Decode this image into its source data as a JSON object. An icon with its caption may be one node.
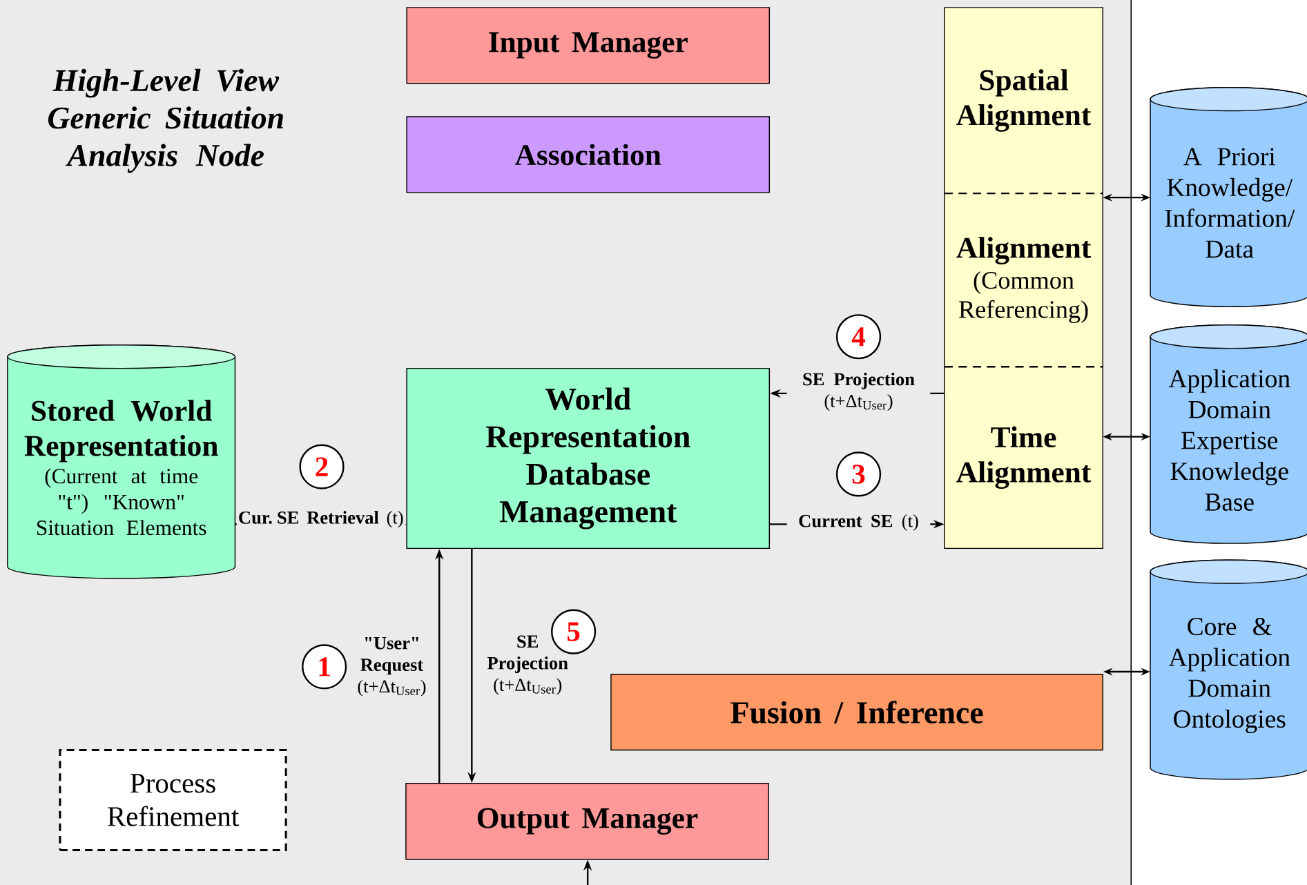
{
  "diagram": {
    "title": "High-Level View Generic Situation Analysis Node",
    "nodes": [
      {
        "text": [
          "Input Manager"
        ]
      },
      {
        "text": [
          "Association"
        ]
      },
      {
        "text": [
          "Spatial Alignment"
        ]
      },
      {
        "text": [
          "Alignment",
          "(Common Referencing)"
        ]
      },
      {
        "text": [
          "A Priori Knowledge/ Information/ Data"
        ]
      },
      {
        "text": [
          "4"
        ]
      },
      {
        "text": [
          "Stored World Representation",
          "(Current at time \"t\") \"Known\" Situation Elements"
        ]
      },
      {
        "text": [
          "2"
        ]
      },
      {
        "text": [
          "World Representation Database Management"
        ]
      },
      {
        "text": [
          "Time Alignment"
        ]
      },
      {
        "text": [
          "3"
        ]
      },
      {
        "text": [
          "Application Domain Expertise Knowledge Base"
        ]
      },
      {
        "text": [
          "5"
        ]
      },
      {
        "text": [
          "1"
        ]
      },
      {
        "text": [
          "Fusion / Inference"
        ]
      },
      {
        "text": [
          "Core & Application Domain Ontologies"
        ]
      },
      {
        "text": [
          "Process Refinement"
        ]
      },
      {
        "text": [
          "Output Manager"
        ]
      }
    ],
    "edges": [
      {
        "from": 6,
        "to": 8,
        "arrow": "to",
        "label": "**Cur. SE Retrieval** (t)"
      },
      {
        "from": 8,
        "to": 9,
        "arrow": "to",
        "label": "**Current SE** (t)"
      },
      {
        "from": 9,
        "to": 8,
        "arrow": "to",
        "label": "**SE Projection** (t+Δt$_{User}$)"
      },
      {
        "from": 17,
        "to": 8,
        "arrow": "to",
        "label": "**\"User\" Request** (t+Δt$_{User}$)"
      },
      {
        "from": 8,
        "to": 17,
        "arrow": "to",
        "label": "**SE Projection** (t+Δt$_{User}$)"
      },
      {
        "from": 3,
        "to": 4,
        "arrow": "both"
      },
      {
        "from": 9,
        "to": 11,
        "arrow": "both"
      },
      {
        "from": 14,
        "to": 15,
        "arrow": "both"
      },
      {
        "from": null,
        "to": 17,
        "arrow": "to"
      }
    ]
  }
}
